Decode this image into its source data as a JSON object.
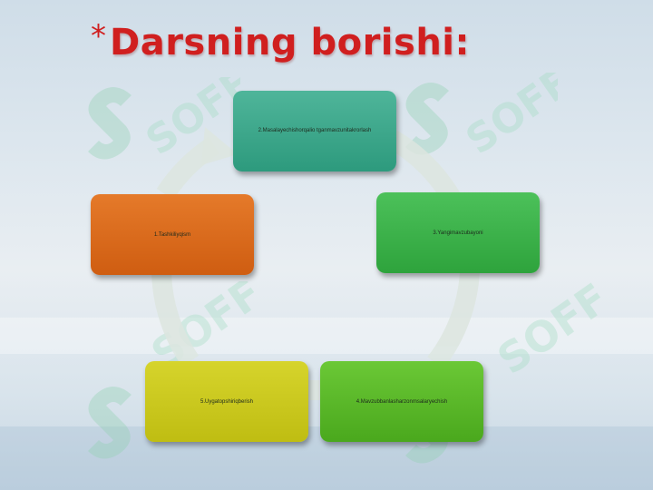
{
  "slide": {
    "title_bullet": "*",
    "title": "Darsning borishi:"
  },
  "cycle": {
    "steps": [
      {
        "label": "1.Tashkiliyqism",
        "color": "#e0701f"
      },
      {
        "label": "2.Masalayechishorqalio  tganmavzunitakrorlash",
        "color": "#3aa78a"
      },
      {
        "label": "3.Yangimavzubayoni",
        "color": "#3db34b"
      },
      {
        "label": "4.Mavzubbanlasharzonmsalaryechish",
        "color": "#5bb82a"
      },
      {
        "label": "5.Uygatopshiriqberish",
        "color": "#cbc91f"
      }
    ],
    "arrow_color": "#dde6e0"
  },
  "watermark": {
    "text": "SOFF",
    "color": "#8fd1b0"
  }
}
